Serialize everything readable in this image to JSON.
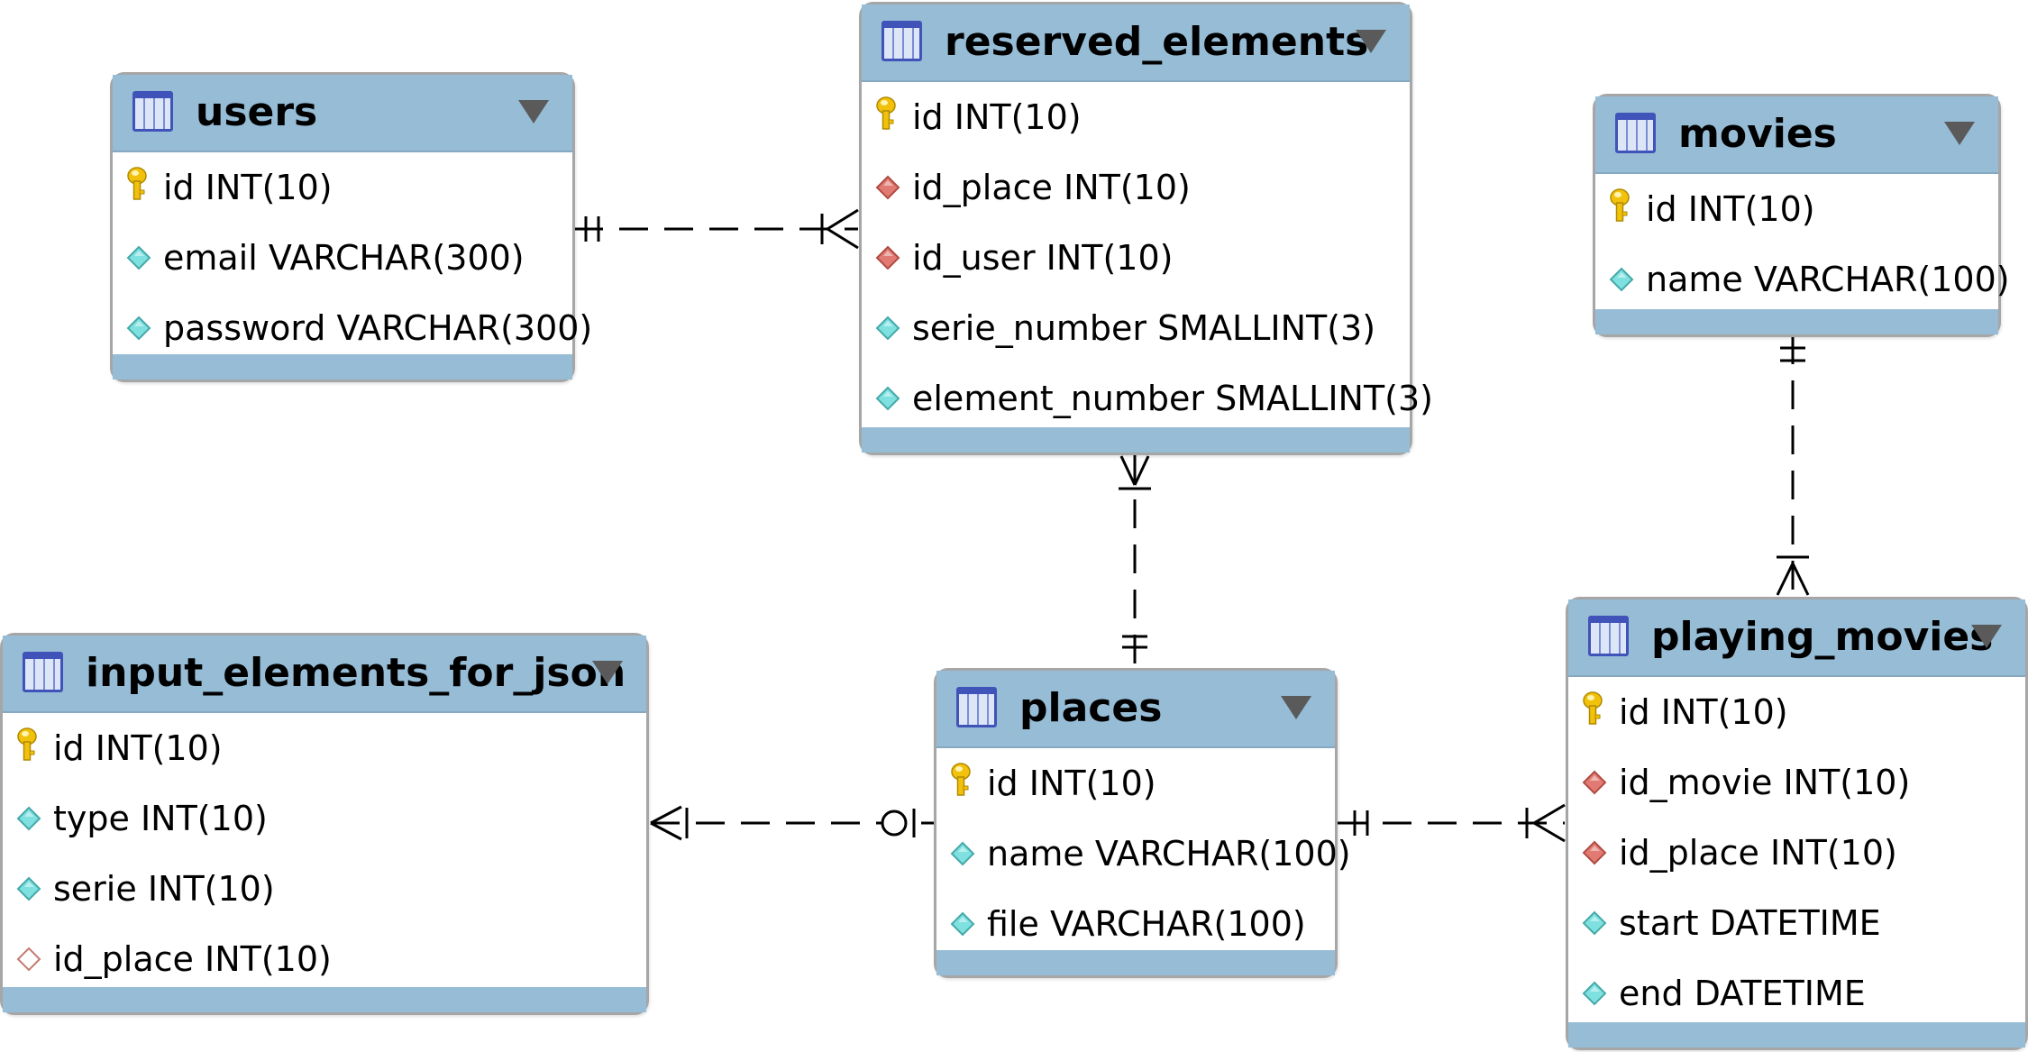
{
  "diagram_type": "EER / MySQL Workbench model",
  "colors": {
    "header": "#96bcd6",
    "border": "#a6a6a6",
    "primary_key": "#f2c10c",
    "attribute": "#7fe0e0",
    "foreign_key": "#e07a72",
    "nullable_foreign_key": "#ffffff",
    "connector": "#000000"
  },
  "tables": {
    "users": {
      "name": "users",
      "columns": [
        {
          "text": "id INT(10)",
          "kind": "pk"
        },
        {
          "text": "email VARCHAR(300)",
          "kind": "attr"
        },
        {
          "text": "password VARCHAR(300)",
          "kind": "attr"
        }
      ]
    },
    "reserved_elements": {
      "name": "reserved_elements",
      "columns": [
        {
          "text": "id INT(10)",
          "kind": "pk"
        },
        {
          "text": "id_place INT(10)",
          "kind": "fk"
        },
        {
          "text": "id_user INT(10)",
          "kind": "fk"
        },
        {
          "text": "serie_number SMALLINT(3)",
          "kind": "attr"
        },
        {
          "text": "element_number SMALLINT(3)",
          "kind": "attr"
        }
      ]
    },
    "movies": {
      "name": "movies",
      "columns": [
        {
          "text": "id INT(10)",
          "kind": "pk"
        },
        {
          "text": "name VARCHAR(100)",
          "kind": "attr"
        }
      ]
    },
    "input_elements_for_json": {
      "name": "input_elements_for_json",
      "columns": [
        {
          "text": "id INT(10)",
          "kind": "pk"
        },
        {
          "text": "type INT(10)",
          "kind": "attr"
        },
        {
          "text": "serie INT(10)",
          "kind": "attr"
        },
        {
          "text": "id_place INT(10)",
          "kind": "fk_nullable"
        }
      ]
    },
    "places": {
      "name": "places",
      "columns": [
        {
          "text": "id INT(10)",
          "kind": "pk"
        },
        {
          "text": "name VARCHAR(100)",
          "kind": "attr"
        },
        {
          "text": "file VARCHAR(100)",
          "kind": "attr"
        }
      ]
    },
    "playing_movies": {
      "name": "playing_movies",
      "columns": [
        {
          "text": "id INT(10)",
          "kind": "pk"
        },
        {
          "text": "id_movie INT(10)",
          "kind": "fk"
        },
        {
          "text": "id_place INT(10)",
          "kind": "fk"
        },
        {
          "text": "start DATETIME",
          "kind": "attr"
        },
        {
          "text": "end DATETIME",
          "kind": "attr"
        }
      ]
    }
  },
  "relationships": [
    {
      "from": "users",
      "to": "reserved_elements",
      "from_end": "one-mandatory",
      "to_end": "many-mandatory"
    },
    {
      "from": "places",
      "to": "reserved_elements",
      "from_end": "one-mandatory",
      "to_end": "many-mandatory"
    },
    {
      "from": "movies",
      "to": "playing_movies",
      "from_end": "one-mandatory",
      "to_end": "many-mandatory"
    },
    {
      "from": "places",
      "to": "playing_movies",
      "from_end": "one-mandatory",
      "to_end": "many-mandatory"
    },
    {
      "from": "places",
      "to": "input_elements_for_json",
      "from_end": "one-optional",
      "to_end": "many-mandatory"
    }
  ]
}
